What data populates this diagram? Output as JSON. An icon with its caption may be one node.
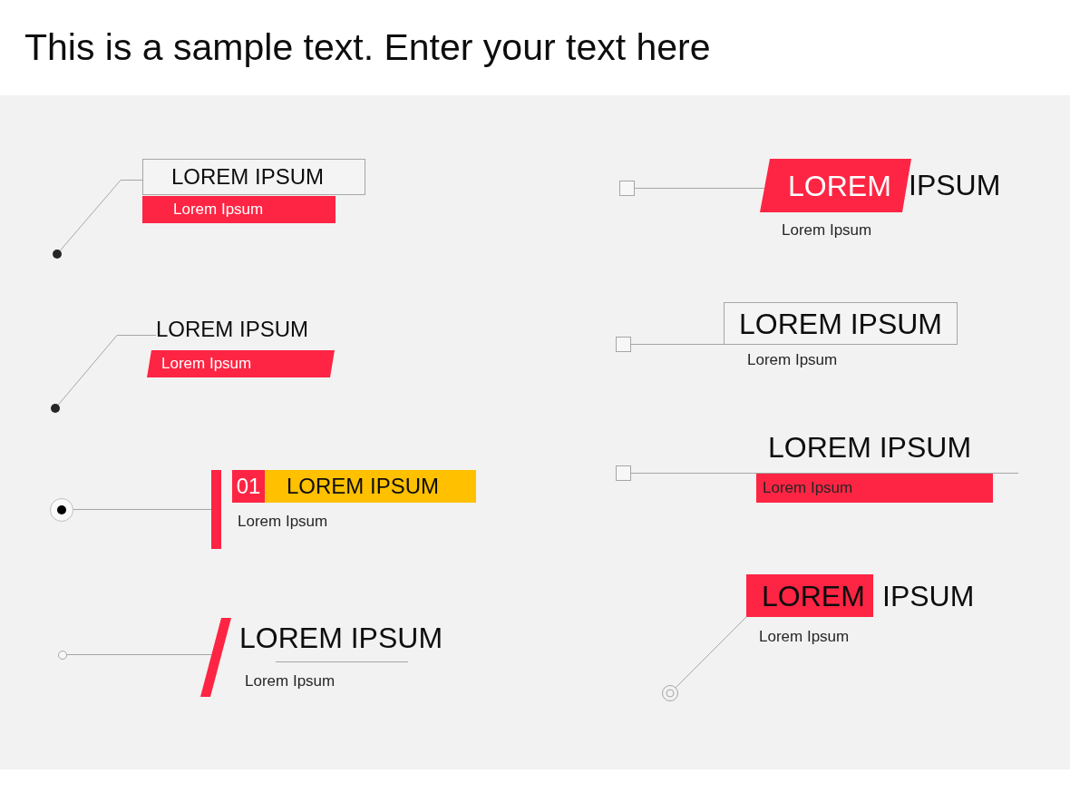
{
  "diagram": {
    "title": "This is a sample text. Enter your text here",
    "nodes": [
      {
        "text": [],
        "shape": "circle"
      },
      {
        "text": [
          "LOREM IPSUM"
        ]
      },
      {
        "text": [
          "Lorem Ipsum"
        ]
      },
      {
        "text": [],
        "shape": "circle"
      },
      {
        "text": [
          "LOREM IPSUM"
        ]
      },
      {
        "text": [
          "Lorem Ipsum"
        ]
      },
      {
        "text": [],
        "shape": "circle"
      },
      {
        "text": [],
        "shape": "bar"
      },
      {
        "text": [
          "01"
        ]
      },
      {
        "text": [
          "LOREM IPSUM"
        ],
        "beside": [
          "Lorem Ipsum"
        ]
      },
      {
        "text": [],
        "shape": "circle"
      },
      {
        "text": [],
        "shape": "bar",
        "beside": [
          "LOREM IPSUM",
          "Lorem Ipsum"
        ]
      },
      {
        "text": [],
        "shape": "box"
      },
      {
        "text": [
          "LOREM"
        ],
        "beside": [
          "IPSUM",
          "Lorem Ipsum"
        ]
      },
      {
        "text": [],
        "shape": "box"
      },
      {
        "text": [
          "LOREM IPSUM"
        ],
        "beside": [
          "Lorem Ipsum"
        ]
      },
      {
        "text": [],
        "shape": "box"
      },
      {
        "text": [
          "Lorem Ipsum"
        ],
        "beside": [
          "LOREM IPSUM"
        ]
      },
      {
        "text": [],
        "shape": "circle"
      },
      {
        "text": [
          "LOREM"
        ],
        "beside": [
          "IPSUM",
          "Lorem Ipsum"
        ]
      }
    ],
    "edges": [
      {
        "from": 0,
        "to": 1,
        "arrow": "none"
      },
      {
        "from": 3,
        "to": 4,
        "arrow": "none"
      },
      {
        "from": 6,
        "to": 7,
        "arrow": "none"
      },
      {
        "from": 10,
        "to": 11,
        "arrow": "none"
      },
      {
        "from": 12,
        "to": 13,
        "arrow": "none"
      },
      {
        "from": 14,
        "to": 15,
        "arrow": "none"
      },
      {
        "from": 16,
        "to": 17,
        "arrow": "none"
      },
      {
        "from": 18,
        "to": 19,
        "arrow": "none"
      }
    ]
  }
}
